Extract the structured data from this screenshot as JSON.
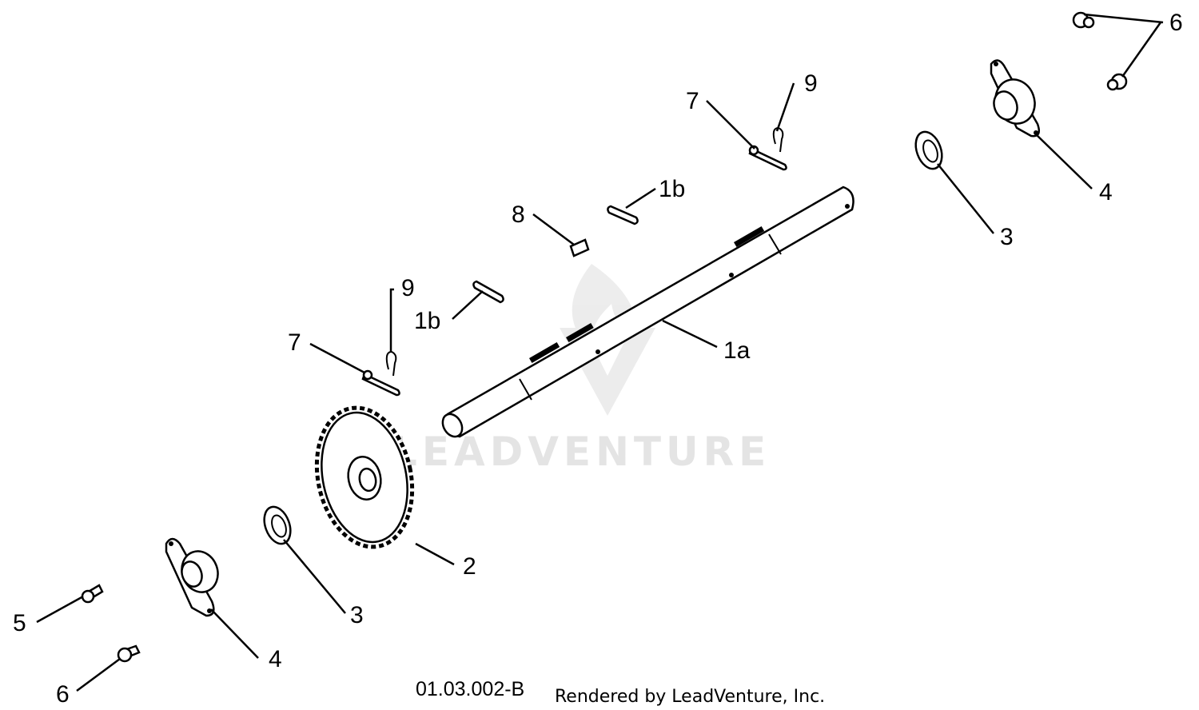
{
  "diagram": {
    "watermark": "LEADVENTURE",
    "drawing_number": "01.03.002-B",
    "credit": "Rendered by LeadVenture, Inc."
  },
  "callouts": {
    "shaft": "1a",
    "key_upper": "1b",
    "key_lower": "1b",
    "sprocket": "2",
    "washer_left": "3",
    "washer_right": "3",
    "flange_left": "4",
    "flange_right": "4",
    "bolt_left": "5",
    "nut_left": "6",
    "nuts_right": "6",
    "pin_left": "7",
    "pin_right": "7",
    "key_small": "8",
    "clip_left": "9",
    "clip_right": "9"
  }
}
